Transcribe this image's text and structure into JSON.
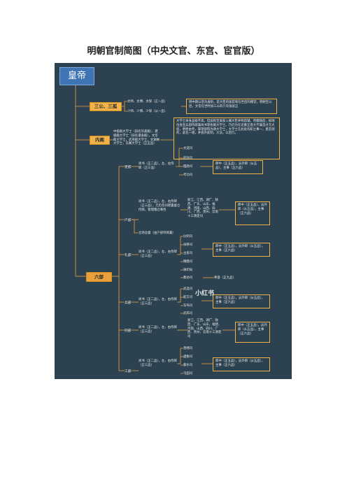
{
  "title": "明朝官制简图（中央文官、东宫、宦官版）",
  "root": "皇帝",
  "sangong": {
    "label": "三公、三孤",
    "items": [
      "太师、太傅、太保（正一品）",
      "少师、少傅、少保（从一品）"
    ],
    "note": "明中期以后为虚衔，是大臣的加官和在世后的赠官，明朝至以后，文官在世时加三公的只有张居正"
  },
  "neige": {
    "label": "内阁",
    "members": "中极殿大学士（旧名华盖殿）、建极殿大学士（旧名谨身殿），文华殿大学士，武英殿大学士，文渊阁大学士，东阁大学士（正五品）",
    "note": "大学士本身品级不高，但加衔至某部入阁大臣并称首辅，然都随后，如地位身显兵部侍郎兼尚书等各殿大学士。乃仍为在近重正直大学兼首才方大权，更原由专，掌理部院为政大学士，大学士在此处有职之事一，意首领的，此任一相，并会外此制，大法，以后行。"
  },
  "liubu": {
    "label": "六部",
    "depts": [
      {
        "name": "吏部",
        "head": "尚书（正二品），左、右侍郎（正三品）",
        "subs": [
          "文选司",
          "验封司",
          "稽勋司",
          "考功司"
        ],
        "officials": "郎中（正五品），员外郎（从五品），主事（正六品）"
      },
      {
        "name": "户部",
        "head": "尚书（正二品），左、右侍郎（正三品），万历年间增置督仓侍郎，管理粮仓事务",
        "subs": [
          "浙江、江西、湖广、陕西、广东、山东、福建、河南、山西、四川、广西、贵州、云南十三清吏司"
        ],
        "officials": "郎中（正五品），员外郎（从五品），主事（正六品）",
        "extra": "仓场总督（由户部侍郎兼）"
      },
      {
        "name": "礼部",
        "head": "尚书（正二品），左、右侍郎（正三品）",
        "subs": [
          "仪制司",
          "祠祭司",
          "主客司",
          "精膳司",
          "铸印局",
          "教坊司"
        ],
        "officials": "郎中（正五品），员外郎（从五品），主事（正六品）",
        "extra": "奉銮（正九品）"
      },
      {
        "name": "兵部",
        "head": "尚书（正二品），左、右侍郎（正三品）",
        "subs": [
          "武选司",
          "职方司",
          "车驾司",
          "武库司"
        ],
        "officials": "郎中（正五品），员外郎（从五品），主事（正六品）"
      },
      {
        "name": "刑部",
        "head": "尚书（正二品），左、右侍郎（正三品）",
        "subs": [
          "浙江、江西、湖广、陕西、广东、山东、福建、河南、山西、四川、广西、贵州、云南十三清吏司"
        ],
        "officials": "郎中（正五品），员外郎（从五品），主事（正六品）"
      },
      {
        "name": "工部",
        "head": "尚书（正二品），左、右侍郎（正三品）",
        "subs": [
          "营缮司",
          "虞衡司",
          "都水司",
          "屯田司"
        ],
        "officials": "郎中（正五品），员外郎（从五品），主事（正六品）"
      }
    ]
  },
  "watermark": "小红书",
  "colors": {
    "bg": "#2d4250",
    "accent": "#f1b349",
    "root": "#3f74b5",
    "line": "#e9a03b"
  }
}
